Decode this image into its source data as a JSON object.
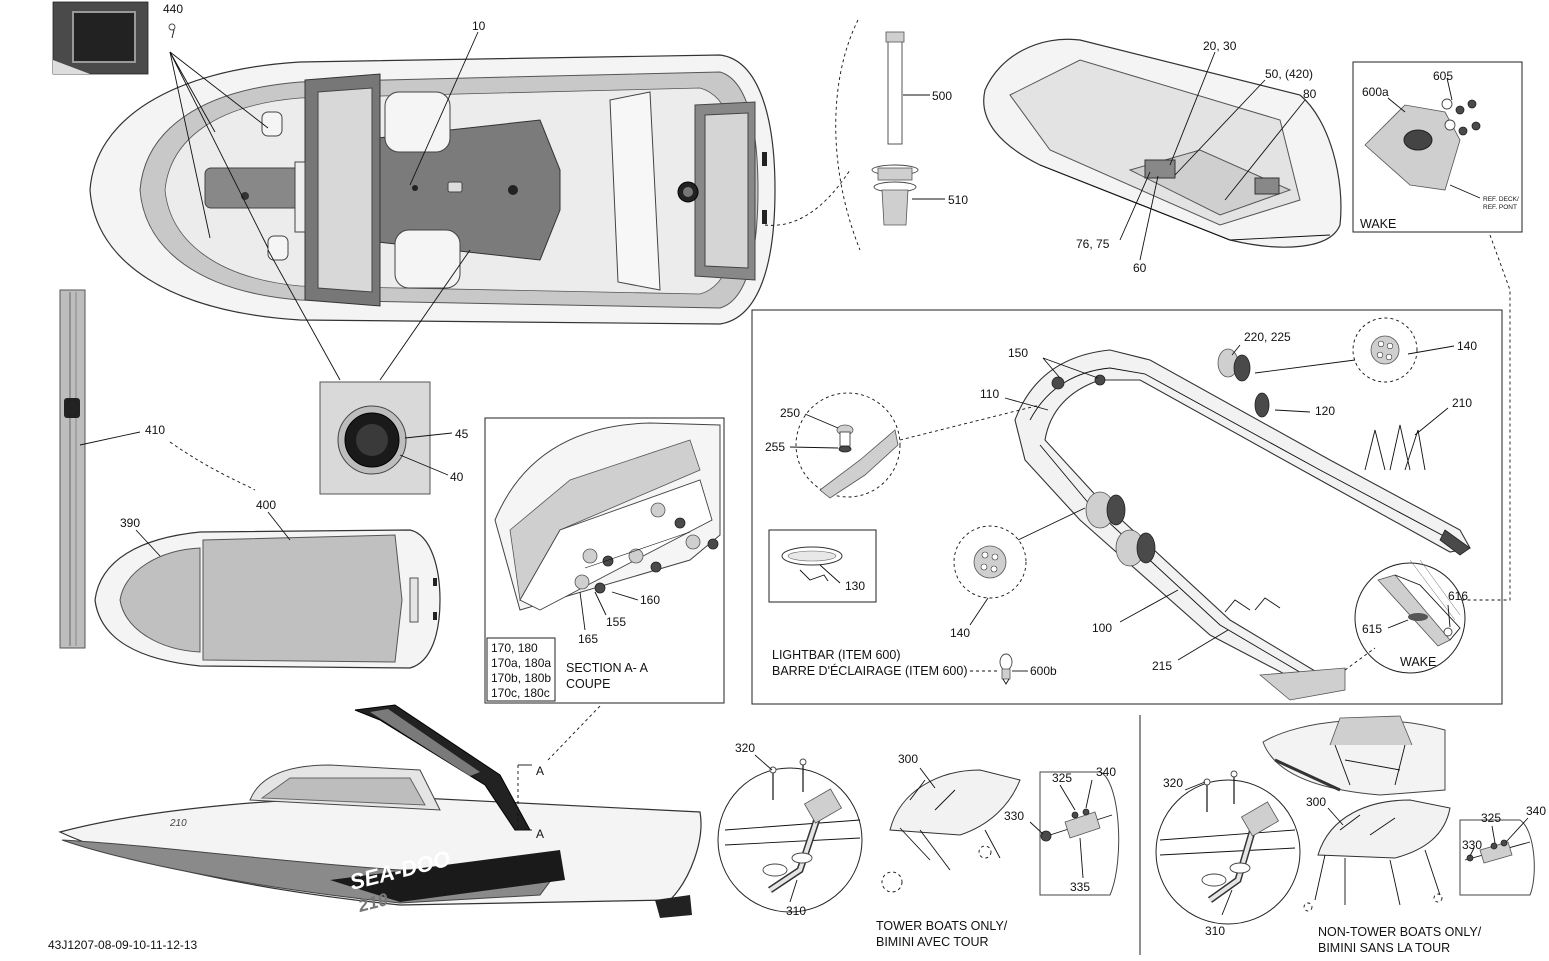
{
  "document_code": "43J1207-08-09-10-11-12-13",
  "part_labels": {
    "p440": "440",
    "p10": "10",
    "p500": "500",
    "p510": "510",
    "p20_30": "20, 30",
    "p50_420": "50, (420)",
    "p80": "80",
    "p76_75": "76, 75",
    "p60": "60",
    "p605": "605",
    "p600a": "600a",
    "p45": "45",
    "p40": "40",
    "p410": "410",
    "p400": "400",
    "p390": "390",
    "p150": "150",
    "p220_225": "220, 225",
    "p140a": "140",
    "p110": "110",
    "p120": "120",
    "p210": "210",
    "p250": "250",
    "p255": "255",
    "p130": "130",
    "p140b": "140",
    "p100": "100",
    "p215": "215",
    "p616": "616",
    "p615": "615",
    "p600b": "600b",
    "p160": "160",
    "p155": "155",
    "p165": "165",
    "p320a": "320",
    "p300a": "300",
    "p325a": "325",
    "p340a": "340",
    "p330a": "330",
    "p335": "335",
    "p310a": "310",
    "p320b": "320",
    "p300b": "300",
    "p325b": "325",
    "p340b": "340",
    "p330b": "330",
    "p310b": "310",
    "sectionA": "A"
  },
  "captions": {
    "wake_top": "WAKE",
    "wake_bottom": "WAKE",
    "ref_deck_1": "REF. DECK/",
    "ref_deck_2": "REF. PONT",
    "variants": [
      "170, 180",
      "170a, 180a",
      "170b, 180b",
      "170c, 180c"
    ],
    "section_1": "SECTION A- A",
    "section_2": "COUPE",
    "lightbar_1": "LIGHTBAR (ITEM 600)",
    "lightbar_2": "BARRE D'ÉCLAIRAGE (ITEM 600)",
    "tower_1": "TOWER BOATS ONLY/",
    "tower_2": "BIMINI AVEC TOUR",
    "nontower_1": "NON-TOWER BOATS ONLY/",
    "nontower_2": "BIMINI SANS LA TOUR"
  },
  "branding": {
    "hull_logo": "SEA-DOO",
    "model": "210"
  }
}
